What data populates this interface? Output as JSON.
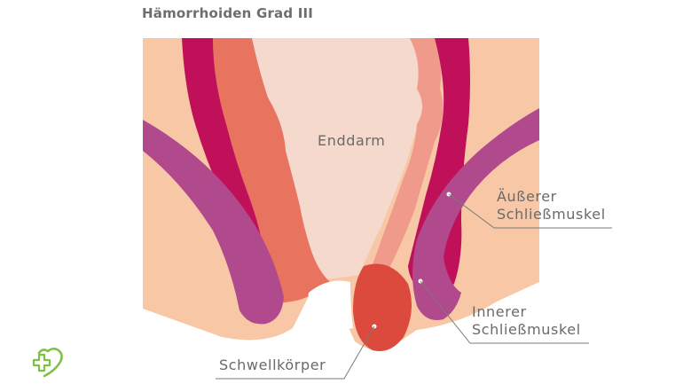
{
  "title": "Hämorrhoiden Grad III",
  "labels": {
    "enddarm": "Enddarm",
    "aeusserer_line1": "Äußerer",
    "aeusserer_line2": "Schließmuskel",
    "innerer_line1": "Innerer",
    "innerer_line2": "Schließmuskel",
    "schwellkoerper": "Schwellkörper"
  },
  "colors": {
    "skin": "#f7c7a6",
    "rectum": "#f6d9cd",
    "mucosa": "#e8735f",
    "mucosa_light": "#ef9a8a",
    "internal_muscle": "#c0105a",
    "external_muscle": "#b04a8c",
    "hemorrhoid": "#db4a3c",
    "leader_line": "#7a7a7a",
    "text": "#6a6a6a",
    "logo_green": "#7cc142"
  }
}
